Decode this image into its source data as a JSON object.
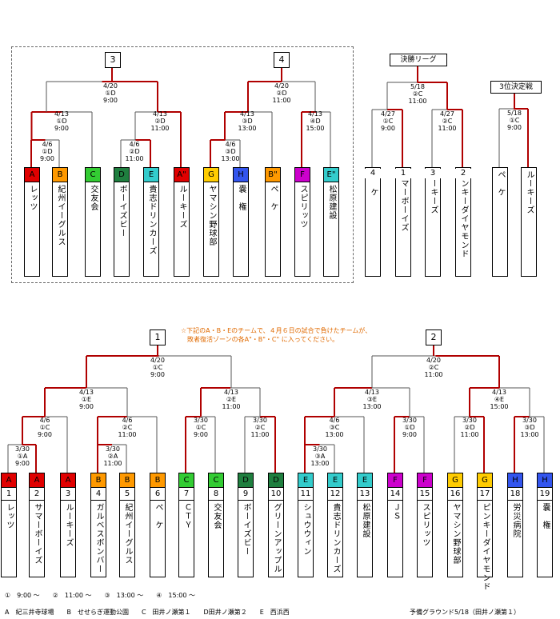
{
  "blocks": {
    "b3": "3",
    "b4": "4",
    "b1": "1",
    "b2": "2"
  },
  "titles": {
    "final_league": "決勝リーグ",
    "third_place": "3位決定戦"
  },
  "colors": {
    "A": "#e00000",
    "B": "#ff9900",
    "C": "#33cc33",
    "D": "#1f7f3f",
    "E": "#33cccc",
    "F": "#cc00cc",
    "G": "#ffcc00",
    "H": "#3355ee",
    "line": "#b00000"
  },
  "note": "☆下記のA・B・Eのチームで、４月６日の試合で負けたチームが、\n　敗者復活ゾーンの各A\"・B\"・C\" に入ってください。",
  "top_games": [
    {
      "t": "4/6\n①D\n9:00"
    },
    {
      "t": "4/13\n①D\n9:00"
    },
    {
      "t": "4/20\n①D\n9:00"
    },
    {
      "t": "4/6\n②D\n11:00"
    },
    {
      "t": "4/13\n②D\n11:00"
    },
    {
      "t": "4/6\n③D\n13:00"
    },
    {
      "t": "4/13\n③D\n13:00"
    },
    {
      "t": "4/20\n②D\n11:00"
    },
    {
      "t": "4/13\n④D\n15:00"
    },
    {
      "t": "5/18\n②C\n11:00"
    },
    {
      "t": "4/27\n①C\n9:00"
    },
    {
      "t": "4/27\n②C\n11:00"
    },
    {
      "t": "5/18\n①C\n9:00"
    }
  ],
  "top_teams": [
    {
      "code": "A",
      "name": "レッツ"
    },
    {
      "code": "B",
      "name": "紀州イーグルス"
    },
    {
      "code": "C",
      "name": "交友会"
    },
    {
      "code": "D",
      "name": "ボーイズビー"
    },
    {
      "code": "E",
      "name": "貴志ドリンカーズ"
    },
    {
      "code": "A\"",
      "name": "ルーキーズ"
    },
    {
      "code": "G",
      "name": "ヤマシン野球部"
    },
    {
      "code": "H",
      "name": "嚢　権"
    },
    {
      "code": "B\"",
      "name": "ペ　ケ"
    },
    {
      "code": "F",
      "name": "スピリッツ"
    },
    {
      "code": "E\"",
      "name": "松原建設"
    }
  ],
  "league_teams": [
    {
      "num": "4",
      "name": "ペ　ケ"
    },
    {
      "num": "1",
      "name": "サマーボーイズ"
    },
    {
      "num": "3",
      "name": "ルーキーズ"
    },
    {
      "num": "2",
      "name": "ピンキーダイヤモンド"
    }
  ],
  "third_teams": [
    {
      "name": "ペ　ケ"
    },
    {
      "name": "ルーキーズ"
    }
  ],
  "bottom_games": [
    {
      "t": "3/30\n①A\n9:00"
    },
    {
      "t": "4/6\n①C\n9:00"
    },
    {
      "t": "4/13\n①E\n9:00"
    },
    {
      "t": "4/20\n①C\n9:00"
    },
    {
      "t": "3/30\n②A\n11:00"
    },
    {
      "t": "4/6\n②C\n11:00"
    },
    {
      "t": "3/30\n①C\n9:00"
    },
    {
      "t": "4/13\n②E\n11:00"
    },
    {
      "t": "3/30\n②C\n11:00"
    },
    {
      "t": "3/30\n③A\n13:00"
    },
    {
      "t": "4/6\n③C\n13:00"
    },
    {
      "t": "4/13\n③E\n13:00"
    },
    {
      "t": "4/20\n②C\n11:00"
    },
    {
      "t": "3/30\n①D\n9:00"
    },
    {
      "t": "3/30\n②D\n11:00"
    },
    {
      "t": "4/13\n④E\n15:00"
    },
    {
      "t": "3/30\n③D\n13:00"
    }
  ],
  "bottom_teams": [
    {
      "code": "A",
      "num": "1",
      "name": "レッツ"
    },
    {
      "code": "A",
      "num": "2",
      "name": "サマーボーイズ"
    },
    {
      "code": "A",
      "num": "3",
      "name": "ルーキーズ"
    },
    {
      "code": "B",
      "num": "4",
      "name": "ガルベスボンバー"
    },
    {
      "code": "B",
      "num": "5",
      "name": "紀州イーグルス"
    },
    {
      "code": "B",
      "num": "6",
      "name": "ペ　ケ"
    },
    {
      "code": "C",
      "num": "7",
      "name": "ＣＴＹ"
    },
    {
      "code": "C",
      "num": "8",
      "name": "交友会"
    },
    {
      "code": "D",
      "num": "9",
      "name": "ボーイズビー"
    },
    {
      "code": "D",
      "num": "10",
      "name": "グリーンアップル"
    },
    {
      "code": "E",
      "num": "11",
      "name": "シュウウィン"
    },
    {
      "code": "E",
      "num": "12",
      "name": "貴志ドリンカーズ"
    },
    {
      "code": "E",
      "num": "13",
      "name": "松原建設"
    },
    {
      "code": "F",
      "num": "14",
      "name": "ＪＳ"
    },
    {
      "code": "F",
      "num": "15",
      "name": "スピリッツ"
    },
    {
      "code": "G",
      "num": "16",
      "name": "ヤマシン野球部"
    },
    {
      "code": "G",
      "num": "17",
      "name": "ピンキーダイヤモンド"
    },
    {
      "code": "H",
      "num": "18",
      "name": "労災病院"
    },
    {
      "code": "H",
      "num": "19",
      "name": "嚢　権"
    }
  ],
  "footer": {
    "times": "①　9:00 ～　　②　11:00 ～　　③　13:00 ～　　④　15:00 ～",
    "venues": "A　紀三井寺球場　　B　せせらぎ運動公園　　C　田井ノ瀬第１　　D田井ノ瀬第２　　E　西浜西",
    "reserve": "予備グラウンド5/18（田井ノ瀬第１）"
  }
}
